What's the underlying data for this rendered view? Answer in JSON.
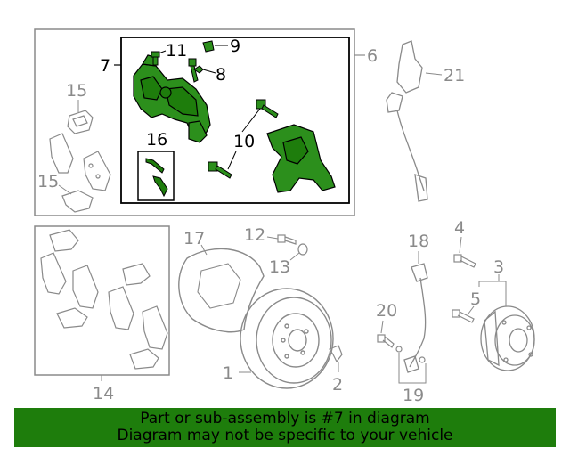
{
  "colors": {
    "highlight": "#1e7d0c",
    "highlight_fill": "#2c8f1c",
    "outline_gray": "#8a8a8a",
    "ink": "#000000"
  },
  "callouts": {
    "c1": "1",
    "c2": "2",
    "c3": "3",
    "c4": "4",
    "c5": "5",
    "c6": "6",
    "c7": "7",
    "c8": "8",
    "c9": "9",
    "c10": "10",
    "c11": "11",
    "c12": "12",
    "c13": "13",
    "c14": "14",
    "c15a": "15",
    "c15b": "15",
    "c16": "16",
    "c17": "17",
    "c18": "18",
    "c19": "19",
    "c20": "20",
    "c21": "21"
  },
  "banner": {
    "line1": "Part or sub-assembly is #7 in diagram",
    "line2": "Diagram may not be specific to your vehicle"
  }
}
